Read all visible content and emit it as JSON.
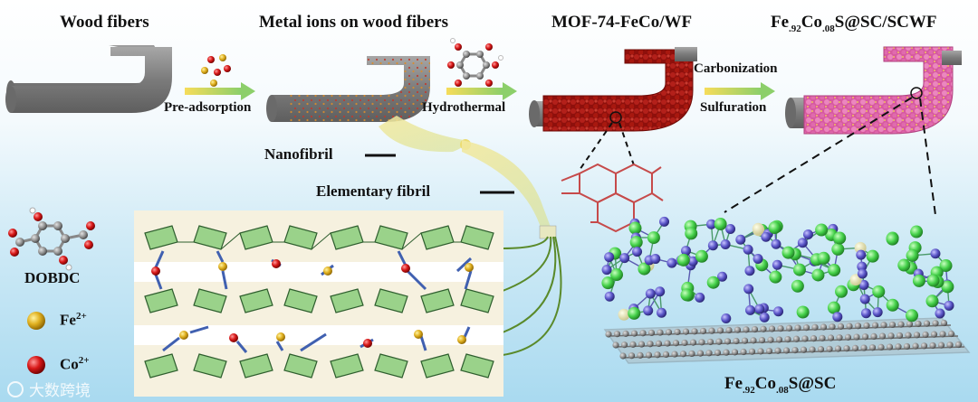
{
  "stages": {
    "wood_fibers": "Wood fibers",
    "metal_ions": "Metal ions on wood fibers",
    "mof": "MOF-74-FeCo/WF",
    "final_prefix": "Fe",
    "final_sub1": ".92",
    "final_mid": "Co",
    "final_sub2": ".08",
    "final_suffix": "S@SC/SCWF"
  },
  "steps": {
    "pre_adsorption": "Pre-adsorption",
    "hydrothermal": "Hydrothermal",
    "carbonization": "Carbonization",
    "sulfuration": "Sulfuration"
  },
  "fibril": {
    "nanofibril": "Nanofibril",
    "elementary": "Elementary fibril"
  },
  "legend": {
    "dobdc": "DOBDC",
    "fe_base": "Fe",
    "fe_charge": "2+",
    "co_base": "Co",
    "co_charge": "2+"
  },
  "bottom_label": {
    "prefix": "Fe",
    "sub1": ".92",
    "mid": "Co",
    "sub2": ".08",
    "suffix": "S@SC"
  },
  "watermark": "大数跨境",
  "colors": {
    "fiber_gray": "#8a8a8a",
    "mof_red": "#a0140f",
    "final_pink": "#e069a8",
    "fe_gold": "#d9a514",
    "co_red": "#cc1010",
    "green_atom": "#45d14a",
    "purple_atom": "#5a55c8",
    "panel_bg": "#f6f1df"
  }
}
